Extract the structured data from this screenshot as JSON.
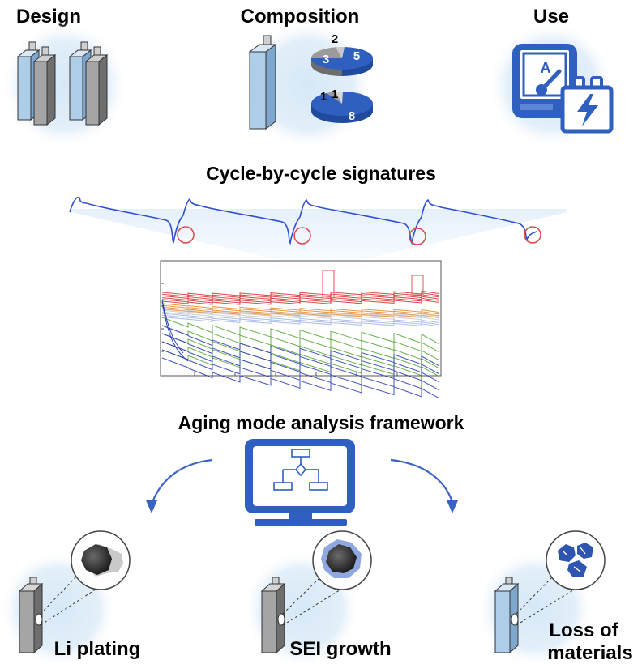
{
  "sections": {
    "design": "Design",
    "composition": "Composition",
    "use": "Use"
  },
  "composition": {
    "pie_top": {
      "labels": [
        "2",
        "3",
        "5"
      ],
      "values": [
        2,
        3,
        5
      ]
    },
    "pie_bottom": {
      "labels": [
        "1",
        "1",
        "8"
      ],
      "values": [
        1,
        1,
        8
      ]
    }
  },
  "use_meter": {
    "label": "A"
  },
  "cycle_title": "Cycle-by-cycle signatures",
  "framework_title": "Aging mode analysis framework",
  "modes": {
    "li_plating": "Li plating",
    "sei_growth": "SEI growth",
    "loss_line1": "Loss of",
    "loss_line2": "materials"
  },
  "colors": {
    "accent_blue": "#3a62c4",
    "halo": "#dcebf7",
    "cell_blue": "#aecde8",
    "cell_gray": "#a5a5a5",
    "pie_blue": "#2f5fbf",
    "pie_gray": "#9b9b9b",
    "signal_circle": "#d94a4a"
  }
}
